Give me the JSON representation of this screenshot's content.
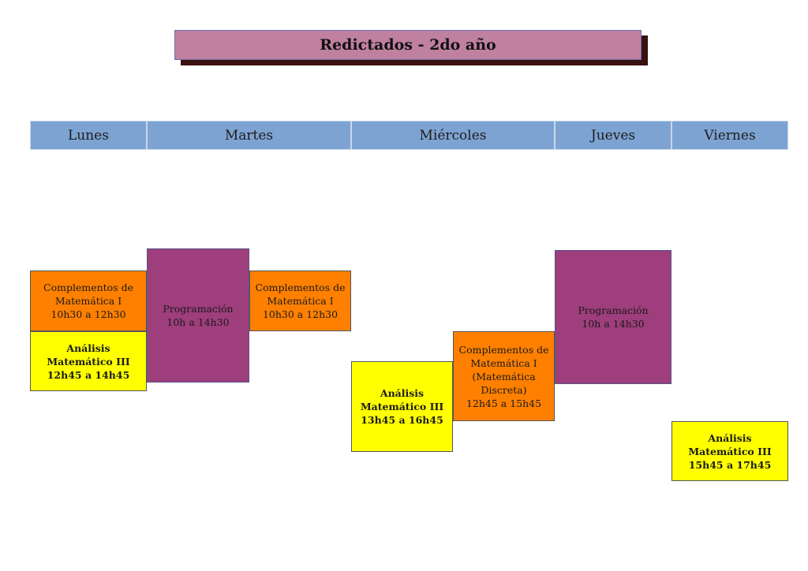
{
  "title": "Redictados - 2do año",
  "days": [
    "Lunes",
    "Martes",
    "Miércoles",
    "Jueves",
    "Viernes"
  ],
  "blocks": {
    "lunes_complementos": {
      "lines": [
        "Complementos de",
        "Matemática I",
        "10h30 a 12h30"
      ],
      "color": "#ff8000"
    },
    "lunes_analisis": {
      "lines": [
        "Análisis",
        "Matemático III",
        "12h45 a 14h45"
      ],
      "color": "#ffff00"
    },
    "martes_programacion": {
      "lines": [
        "Programación",
        "10h a 14h30"
      ],
      "color": "#9e3e7c"
    },
    "martes_complementos": {
      "lines": [
        "Complementos de",
        "Matemática I",
        "10h30 a 12h30"
      ],
      "color": "#ff8000"
    },
    "miercoles_analisis": {
      "lines": [
        "Análisis",
        "Matemático III",
        "13h45 a 16h45"
      ],
      "color": "#ffff00"
    },
    "miercoles_complementos": {
      "lines": [
        "Complementos de",
        "Matemática I",
        "(Matemática",
        "Discreta)",
        "12h45 a 15h45"
      ],
      "color": "#ff8000"
    },
    "jueves_programacion": {
      "lines": [
        "Programación",
        "10h a 14h30"
      ],
      "color": "#9e3e7c"
    },
    "viernes_analisis": {
      "lines": [
        "Análisis",
        "Matemático III",
        "15h45 a 17h45"
      ],
      "color": "#ffff00"
    }
  }
}
